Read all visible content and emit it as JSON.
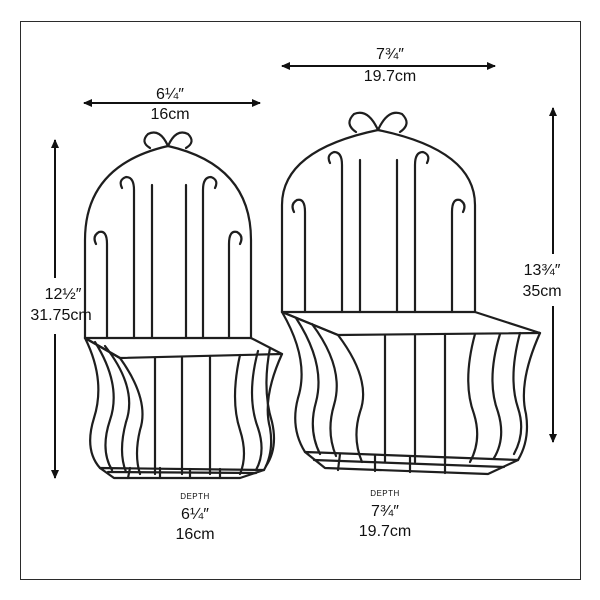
{
  "small_basket": {
    "width_in": "6¼″",
    "width_cm": "16cm",
    "height_in": "12½″",
    "height_cm": "31.75cm",
    "depth_label": "DEPTH",
    "depth_in": "6¼″",
    "depth_cm": "16cm"
  },
  "large_basket": {
    "width_in": "7¾″",
    "width_cm": "19.7cm",
    "height_in": "13¾″",
    "height_cm": "35cm",
    "depth_label": "DEPTH",
    "depth_in": "7¾″",
    "depth_cm": "19.7cm"
  },
  "colors": {
    "wire": "#1e1e1e",
    "arrow": "#111111",
    "frame": "#2b2b2b"
  }
}
